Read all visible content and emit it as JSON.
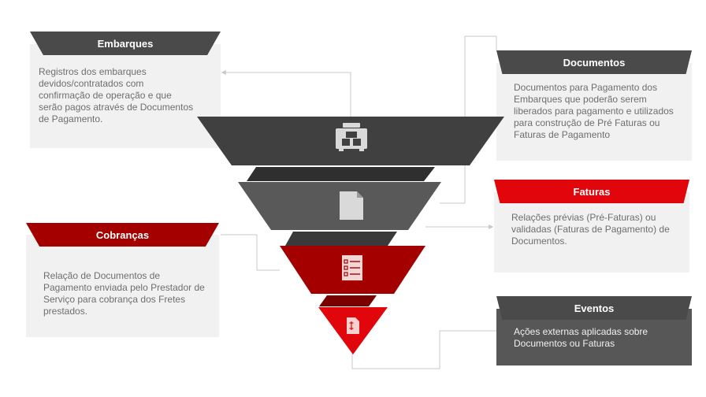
{
  "sections": {
    "embarques": {
      "title": "Embarques",
      "text": "Registros dos embarques devidos/contratados com confirmação de operação e que serão pagos através de Documentos de Pagamento."
    },
    "documentos": {
      "title": "Documentos",
      "text": "Documentos para Pagamento dos Embarques que poderão serem liberados para pagamento e utilizados para construção de Pré Faturas ou Faturas de Pagamento"
    },
    "faturas": {
      "title": "Faturas",
      "text": "Relações prévias (Pré-Faturas) ou validadas (Faturas de Pagamento) de Documentos."
    },
    "cobrancas": {
      "title": "Cobranças",
      "text": "Relação de Documentos de Pagamento enviada pelo Prestador de Serviço para cobrança dos Fretes prestados."
    },
    "eventos": {
      "title": "Eventos",
      "text": "Ações externas aplicadas sobre Documentos ou Faturas"
    }
  },
  "colors": {
    "dark_gray": "#404040",
    "mid_gray": "#5a5a5a",
    "maroon": "#a40000",
    "red": "#e1060b",
    "card_bg": "#f1f1f1",
    "connector": "#c8c8c8"
  },
  "icons": [
    "container-icon",
    "document-icon",
    "checklist-icon",
    "invoice-icon"
  ]
}
